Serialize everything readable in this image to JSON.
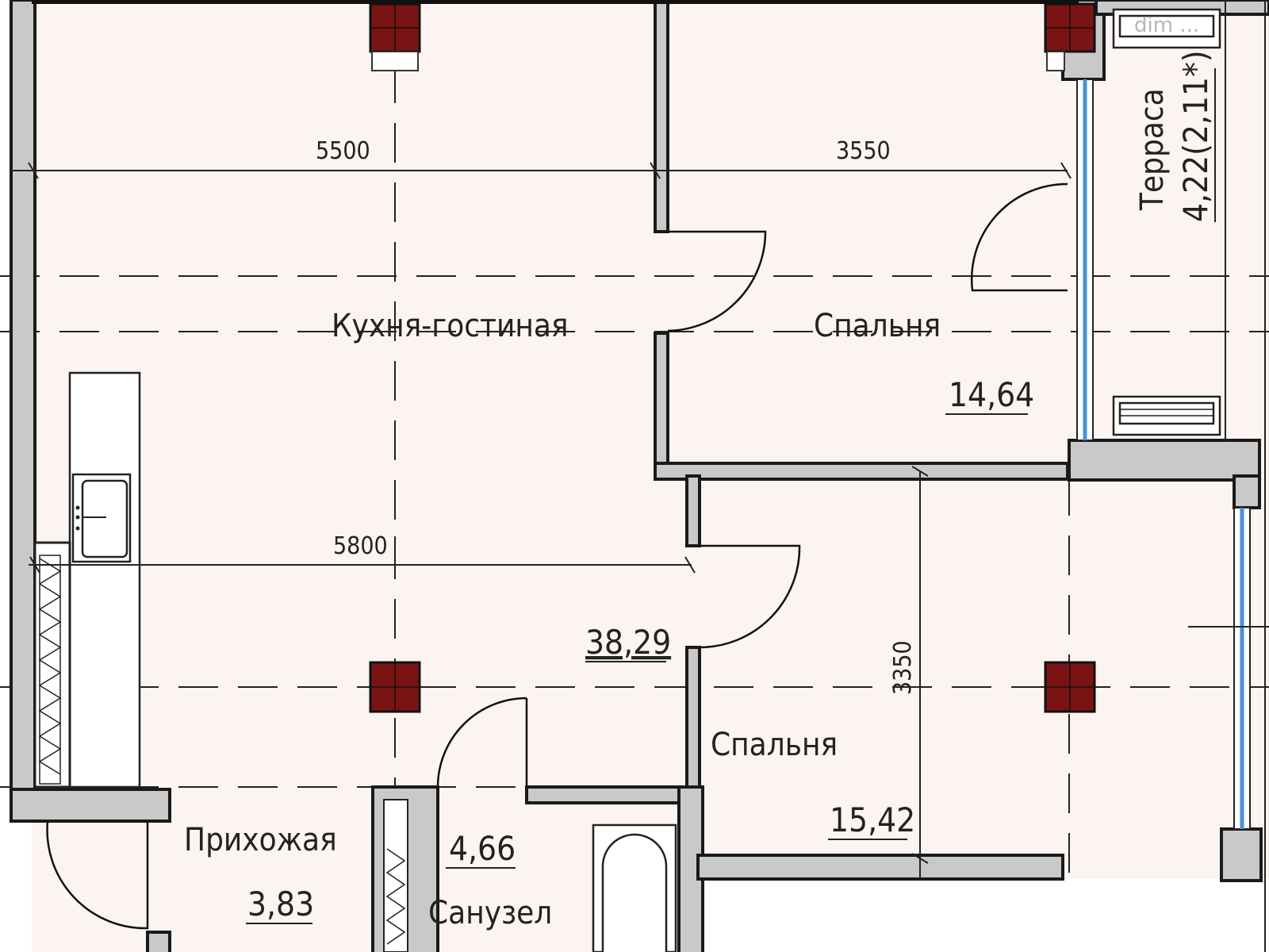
{
  "plan": {
    "watermark": "dim ...",
    "rooms": {
      "living": {
        "name": "Кухня-гостиная",
        "area": "38,29"
      },
      "bedroom_top": {
        "name": "Спальня",
        "area": "14,64"
      },
      "bedroom_bottom": {
        "name": "Спальня",
        "area": "15,42"
      },
      "hall": {
        "name": "Прихожая",
        "area": "3,83"
      },
      "bathroom": {
        "name": "Санузел",
        "area": "4,66"
      },
      "terrace": {
        "name": "Терраса",
        "area": "4,22(2,11*)"
      }
    },
    "dimensions": {
      "living_top": "5500",
      "bedroom_top": "3550",
      "living_bottom": "5800",
      "bedroom_height": "3350"
    }
  },
  "colors": {
    "wall": "#c9c9c9",
    "wall_stroke": "#1a1a1a",
    "floor": "#fbf4f1",
    "column": "#7a1414",
    "window": "#4a90d9"
  }
}
